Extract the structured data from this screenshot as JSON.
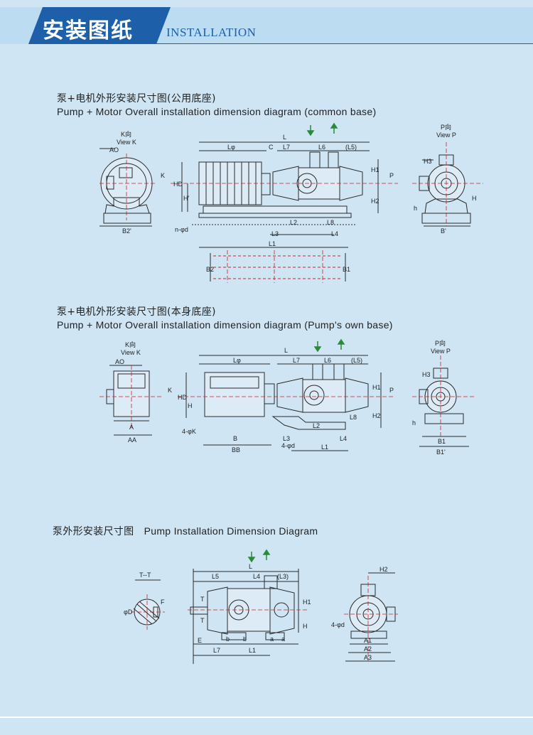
{
  "header": {
    "title_cn": "安装图纸",
    "title_en": "INSTALLATION"
  },
  "sections": [
    {
      "title_cn": "泵+电机外形安装尺寸图(公用底座)",
      "title_en": "Pump + Motor Overall installation dimension  diagram (common base)"
    },
    {
      "title_cn": "泵+电机外形安装尺寸图(本身底座)",
      "title_en": "Pump + Motor Overall installation dimension diagram (Pump's own base)"
    },
    {
      "title_cn": "泵外形安装尺寸图",
      "title_en": "Pump Installation Dimension Diagram"
    }
  ],
  "labels": {
    "k_dir": "K向",
    "view_k": "View K",
    "p_dir": "P向",
    "view_p": "View P",
    "d1": {
      "AO": "AO",
      "B2p": "B2'",
      "L": "L",
      "Lphi": "Lφ",
      "C": "C",
      "L7": "L7",
      "L6": "L6",
      "L5": "(L5)",
      "HD": "HD",
      "Hp": "H'",
      "H1": "H1",
      "H2": "H2",
      "K": "K",
      "P": "P",
      "H3": "H3",
      "H": "H",
      "h": "h",
      "Bp": "B'",
      "nphid": "n-φd",
      "L2": "L2",
      "L8": "L8",
      "L3": "L3",
      "L4": "L4",
      "L1": "L1",
      "B2": "B2",
      "B1": "B1"
    },
    "d2": {
      "AO": "AO",
      "A": "A",
      "AA": "AA",
      "L": "L",
      "Lphi": "Lφ",
      "L7": "L7",
      "L6": "L6",
      "L5": "(L5)",
      "HD": "HD",
      "H": "H",
      "H1": "H1",
      "H2": "H2",
      "K": "K",
      "P": "P",
      "H3": "H3",
      "h": "h",
      "fourK": "4-φK",
      "B": "B",
      "BB": "BB",
      "fourphid": "4-φd",
      "L2": "L2",
      "L8": "L8",
      "L3": "L3",
      "L4": "L4",
      "L1": "L1",
      "B1": "B1",
      "B1p": "B1'"
    },
    "d3": {
      "TT": "T--T",
      "phiD": "φD",
      "F": "F",
      "L5": "L5",
      "L4": "L4",
      "L3": "(L3)",
      "L": "L",
      "H1": "H1",
      "H": "H",
      "T": "T",
      "E": "E",
      "b": "b",
      "a": "a",
      "L7": "L7",
      "L1": "L1",
      "H2": "H2",
      "fourphid": "4-φd",
      "A1": "A1",
      "A2": "A2",
      "A3": "A3"
    }
  },
  "colors": {
    "accent": "#1d5fa8",
    "line": "#2a2a2a",
    "center": "#cc2222",
    "flow": "#2a8a3a",
    "background": "#cfe5f4"
  }
}
